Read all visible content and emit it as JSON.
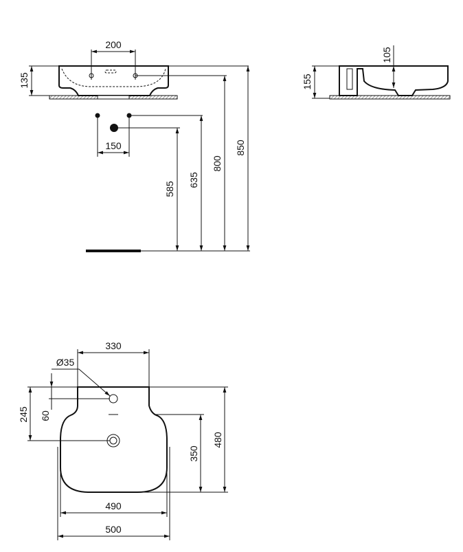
{
  "front_view": {
    "dim_width_taps": "200",
    "dim_height_basin": "135",
    "dim_pipe_spacing": "150",
    "dim_585": "585",
    "dim_635": "635",
    "dim_800": "800",
    "dim_850": "850"
  },
  "side_view": {
    "dim_total_height": "155",
    "dim_bowl_depth": "105"
  },
  "plan_view": {
    "dim_deck_width": "330",
    "dim_tap_hole": "Ø35",
    "dim_245": "245",
    "dim_60": "60",
    "dim_350": "350",
    "dim_480": "480",
    "dim_490": "490",
    "dim_500": "500"
  }
}
